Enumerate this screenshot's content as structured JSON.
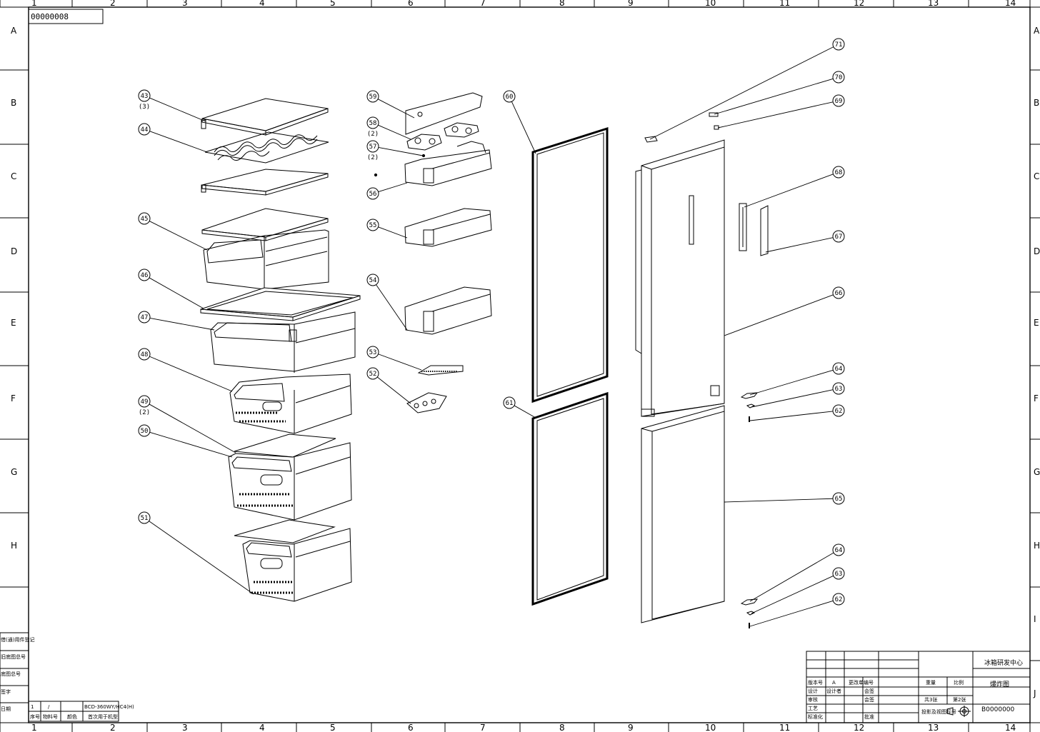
{
  "sheet": {
    "drawing_code_top": "00000008",
    "columns": [
      "1",
      "2",
      "3",
      "4",
      "5",
      "6",
      "7",
      "8",
      "9",
      "10",
      "11",
      "12",
      "13",
      "14"
    ],
    "rows_left": [
      "A",
      "B",
      "C",
      "D",
      "E",
      "F",
      "G",
      "H"
    ],
    "rows_right": [
      "A",
      "B",
      "C",
      "D",
      "E",
      "F",
      "G",
      "H",
      "I",
      "J"
    ]
  },
  "callouts": [
    {
      "id": "c43",
      "label": "43",
      "sub": "(3)"
    },
    {
      "id": "c44",
      "label": "44",
      "sub": ""
    },
    {
      "id": "c45",
      "label": "45",
      "sub": ""
    },
    {
      "id": "c46",
      "label": "46",
      "sub": ""
    },
    {
      "id": "c47",
      "label": "47",
      "sub": ""
    },
    {
      "id": "c48",
      "label": "48",
      "sub": ""
    },
    {
      "id": "c49",
      "label": "49",
      "sub": "(2)"
    },
    {
      "id": "c50",
      "label": "50",
      "sub": ""
    },
    {
      "id": "c51",
      "label": "51",
      "sub": ""
    },
    {
      "id": "c52",
      "label": "52",
      "sub": ""
    },
    {
      "id": "c53",
      "label": "53",
      "sub": ""
    },
    {
      "id": "c54",
      "label": "54",
      "sub": ""
    },
    {
      "id": "c55",
      "label": "55",
      "sub": ""
    },
    {
      "id": "c56",
      "label": "56",
      "sub": ""
    },
    {
      "id": "c57",
      "label": "57",
      "sub": "(2)"
    },
    {
      "id": "c58",
      "label": "58",
      "sub": "(2)"
    },
    {
      "id": "c59",
      "label": "59",
      "sub": ""
    },
    {
      "id": "c60",
      "label": "60",
      "sub": ""
    },
    {
      "id": "c61",
      "label": "61",
      "sub": ""
    },
    {
      "id": "c62a",
      "label": "62",
      "sub": ""
    },
    {
      "id": "c62b",
      "label": "62",
      "sub": ""
    },
    {
      "id": "c63a",
      "label": "63",
      "sub": ""
    },
    {
      "id": "c63b",
      "label": "63",
      "sub": ""
    },
    {
      "id": "c64a",
      "label": "64",
      "sub": ""
    },
    {
      "id": "c64b",
      "label": "64",
      "sub": ""
    },
    {
      "id": "c65",
      "label": "65",
      "sub": ""
    },
    {
      "id": "c66",
      "label": "66",
      "sub": ""
    },
    {
      "id": "c67",
      "label": "67",
      "sub": ""
    },
    {
      "id": "c68",
      "label": "68",
      "sub": ""
    },
    {
      "id": "c69",
      "label": "69",
      "sub": ""
    },
    {
      "id": "c70",
      "label": "70",
      "sub": ""
    },
    {
      "id": "c71",
      "label": "71",
      "sub": ""
    }
  ],
  "side_labels": [
    "借(通)用件登记",
    "旧底图总号",
    "底图总号",
    "签字",
    "日期"
  ],
  "bottom_left_table": {
    "row1": [
      "1",
      "/",
      "",
      "BCD-360WY/HC4(H)"
    ],
    "row2": [
      "序号",
      "物料号",
      "颜色",
      "首次用于机型"
    ]
  },
  "title_block": {
    "company": "冰箱研发中心",
    "drawing_name": "爆炸图",
    "drawing_number": "B0000000",
    "rev_hdr": "版本号",
    "rev_val": "A",
    "change_no": "更改单编号",
    "design": "设计",
    "designer": "设计者",
    "review": "审核",
    "process": "工艺",
    "standard": "标准化",
    "countersign1": "会签",
    "countersign2": "会签",
    "approve": "批准",
    "weight": "重量",
    "scale": "比例",
    "total_sheets": "共3张",
    "sheet_no": "第2张",
    "projection": "投影及视图标号"
  }
}
